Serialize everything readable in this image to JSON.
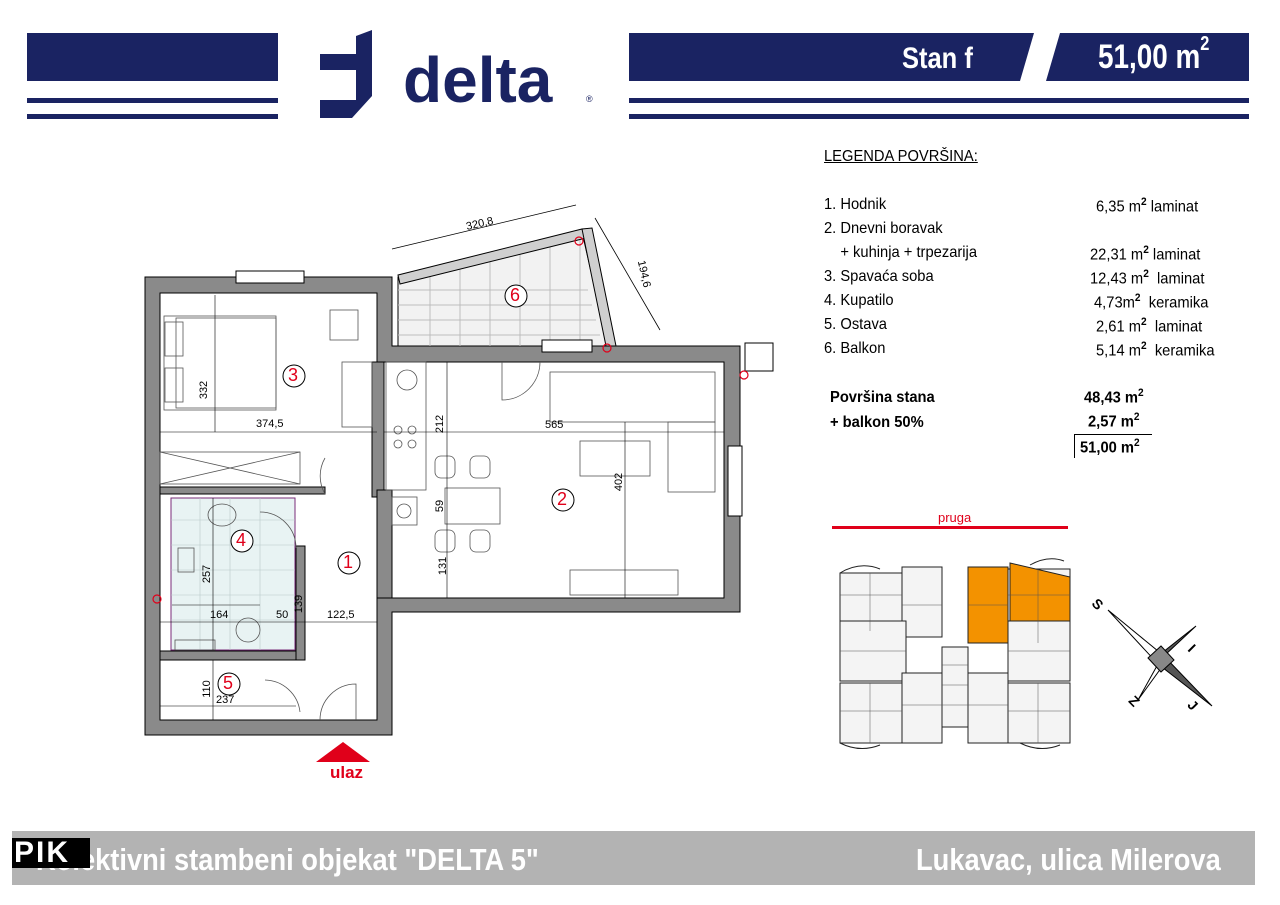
{
  "header": {
    "logo_text": "delta",
    "logo_reg": "®",
    "stan_label": "Stan   f",
    "stan_area": "51,00 m",
    "stan_area_sup": "2",
    "brand_color": "#1a2362"
  },
  "legend": {
    "title": "LEGENDA POVRŠINA:",
    "items": [
      {
        "name": "1.  Hodnik",
        "area": "6,35 m",
        "material": "laminat"
      },
      {
        "name": "2.  Dnevni boravak",
        "area": "",
        "material": ""
      },
      {
        "name": "    + kuhinja + trpezarija",
        "area": "22,31 m",
        "material": "laminat"
      },
      {
        "name": "3.  Spavaća soba",
        "area": "12,43 m",
        "material": "laminat"
      },
      {
        "name": "4.  Kupatilo",
        "area": "4,73m",
        "material": "keramika"
      },
      {
        "name": "5.  Ostava",
        "area": "2,61 m",
        "material": "laminat"
      },
      {
        "name": "6.  Balkon",
        "area": "5,14 m",
        "material": "keramika"
      }
    ],
    "sup": "2",
    "total_label": "Površina stana",
    "total_value": "48,43 m",
    "balkon_label": "+ balkon  50%",
    "balkon_value": "2,57 m",
    "sum_value": "51,00 m"
  },
  "plan": {
    "room_numbers": [
      "1",
      "2",
      "3",
      "4",
      "5",
      "6"
    ],
    "dimensions": {
      "d1": "320,8",
      "d2": "194,6",
      "d3": "332",
      "d4": "374,5",
      "d5": "565",
      "d6": "212",
      "d7": "402",
      "d8": "59",
      "d9": "131",
      "d10": "257",
      "d11": "164",
      "d12": "50",
      "d13": "122,5",
      "d14": "139",
      "d15": "110",
      "d16": "237"
    },
    "entrance_label": "ulaz",
    "accent_color": "#e0001a"
  },
  "site": {
    "pruga_label": "pruga",
    "compass": [
      "S",
      "I",
      "J",
      "Z"
    ],
    "highlight_color": "#f39200"
  },
  "footer": {
    "left_text": "Kolektivni stambeni objekat \"DELTA 5\"",
    "right_text": "Lukavac, ulica Milerova",
    "badge_text": "PIK"
  }
}
